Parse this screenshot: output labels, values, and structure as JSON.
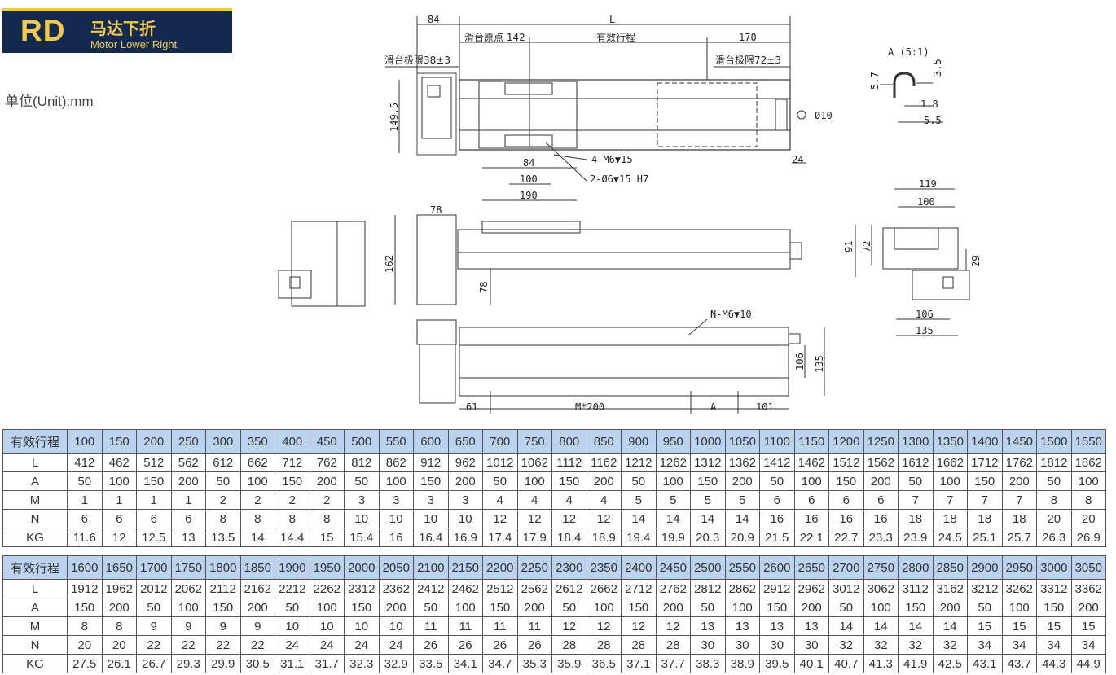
{
  "header": {
    "code": "RD",
    "title_cn": "马达下折",
    "title_en": "Motor Lower Right"
  },
  "unit_label": "单位(Unit):mm",
  "drawing": {
    "top_view": {
      "dim_84": "84",
      "dim_L": "L",
      "slider_origin": "滑台原点 142",
      "effective_stroke": "有效行程",
      "dim_170": "170",
      "limit_left": "滑台极限38±3",
      "limit_right": "滑台极限72±3",
      "height_149_5": "149.5",
      "hole_m6": "4-M6▼15",
      "hole_pin": "2-Ø6▼15 H7",
      "dim_84b": "84",
      "dim_100": "100",
      "dim_190": "190",
      "dia_10": "Ø10",
      "dim_24": "24"
    },
    "detail_a": {
      "title": "A (5:1)",
      "d_5_7": "5.7",
      "d_3_5": "3.5",
      "d_1_8": "1.8",
      "d_5_5": "5.5"
    },
    "side_view": {
      "d_78_top": "78",
      "d_162": "162",
      "d_78_vert": "78"
    },
    "end_view": {
      "d_119": "119",
      "d_100": "100",
      "d_91": "91",
      "d_72": "72",
      "d_29": "29",
      "d_106": "106",
      "d_135": "135"
    },
    "bottom_view": {
      "holes": "N-M6▼10",
      "d_106": "106",
      "d_135": "135",
      "d_61": "61",
      "d_m200": "M*200",
      "d_A": "A",
      "d_101": "101"
    }
  },
  "table1": {
    "header_label": "有效行程",
    "strokes": [
      "100",
      "150",
      "200",
      "250",
      "300",
      "350",
      "400",
      "450",
      "500",
      "550",
      "600",
      "650",
      "700",
      "750",
      "800",
      "850",
      "900",
      "950",
      "1000",
      "1050",
      "1100",
      "1150",
      "1200",
      "1250",
      "1300",
      "1350",
      "1400",
      "1450",
      "1500",
      "1550"
    ],
    "rows": [
      {
        "label": "L",
        "values": [
          "412",
          "462",
          "512",
          "562",
          "612",
          "662",
          "712",
          "762",
          "812",
          "862",
          "912",
          "962",
          "1012",
          "1062",
          "1112",
          "1162",
          "1212",
          "1262",
          "1312",
          "1362",
          "1412",
          "1462",
          "1512",
          "1562",
          "1612",
          "1662",
          "1712",
          "1762",
          "1812",
          "1862"
        ]
      },
      {
        "label": "A",
        "values": [
          "50",
          "100",
          "150",
          "200",
          "50",
          "100",
          "150",
          "200",
          "50",
          "100",
          "150",
          "200",
          "50",
          "100",
          "150",
          "200",
          "50",
          "100",
          "150",
          "200",
          "50",
          "100",
          "150",
          "200",
          "50",
          "100",
          "150",
          "200",
          "50",
          "100"
        ]
      },
      {
        "label": "M",
        "values": [
          "1",
          "1",
          "1",
          "1",
          "2",
          "2",
          "2",
          "2",
          "3",
          "3",
          "3",
          "3",
          "4",
          "4",
          "4",
          "4",
          "5",
          "5",
          "5",
          "5",
          "6",
          "6",
          "6",
          "6",
          "7",
          "7",
          "7",
          "7",
          "8",
          "8"
        ]
      },
      {
        "label": "N",
        "values": [
          "6",
          "6",
          "6",
          "6",
          "8",
          "8",
          "8",
          "8",
          "10",
          "10",
          "10",
          "10",
          "12",
          "12",
          "12",
          "12",
          "14",
          "14",
          "14",
          "14",
          "16",
          "16",
          "16",
          "16",
          "18",
          "18",
          "18",
          "18",
          "20",
          "20"
        ]
      },
      {
        "label": "KG",
        "values": [
          "11.6",
          "12",
          "12.5",
          "13",
          "13.5",
          "14",
          "14.4",
          "15",
          "15.4",
          "16",
          "16.4",
          "16.9",
          "17.4",
          "17.9",
          "18.4",
          "18.9",
          "19.4",
          "19.9",
          "20.3",
          "20.9",
          "21.5",
          "22.1",
          "22.7",
          "23.3",
          "23.9",
          "24.5",
          "25.1",
          "25.7",
          "26.3",
          "26.9"
        ]
      }
    ]
  },
  "table2": {
    "header_label": "有效行程",
    "strokes": [
      "1600",
      "1650",
      "1700",
      "1750",
      "1800",
      "1850",
      "1900",
      "1950",
      "2000",
      "2050",
      "2100",
      "2150",
      "2200",
      "2250",
      "2300",
      "2350",
      "2400",
      "2450",
      "2500",
      "2550",
      "2600",
      "2650",
      "2700",
      "2750",
      "2800",
      "2850",
      "2900",
      "2950",
      "3000",
      "3050"
    ],
    "rows": [
      {
        "label": "L",
        "values": [
          "1912",
          "1962",
          "2012",
          "2062",
          "2112",
          "2162",
          "2212",
          "2262",
          "2312",
          "2362",
          "2412",
          "2462",
          "2512",
          "2562",
          "2612",
          "2662",
          "2712",
          "2762",
          "2812",
          "2862",
          "2912",
          "2962",
          "3012",
          "3062",
          "3112",
          "3162",
          "3212",
          "3262",
          "3312",
          "3362"
        ]
      },
      {
        "label": "A",
        "values": [
          "150",
          "200",
          "50",
          "100",
          "150",
          "200",
          "50",
          "100",
          "150",
          "200",
          "50",
          "100",
          "150",
          "200",
          "50",
          "100",
          "150",
          "200",
          "50",
          "100",
          "150",
          "200",
          "50",
          "100",
          "150",
          "200",
          "50",
          "100",
          "150",
          "200"
        ]
      },
      {
        "label": "M",
        "values": [
          "8",
          "8",
          "9",
          "9",
          "9",
          "9",
          "10",
          "10",
          "10",
          "10",
          "11",
          "11",
          "11",
          "11",
          "12",
          "12",
          "12",
          "12",
          "13",
          "13",
          "13",
          "13",
          "14",
          "14",
          "14",
          "14",
          "15",
          "15",
          "15",
          "15"
        ]
      },
      {
        "label": "N",
        "values": [
          "20",
          "20",
          "22",
          "22",
          "22",
          "22",
          "24",
          "24",
          "24",
          "24",
          "26",
          "26",
          "26",
          "26",
          "28",
          "28",
          "28",
          "28",
          "30",
          "30",
          "30",
          "30",
          "32",
          "32",
          "32",
          "32",
          "34",
          "34",
          "34",
          "34"
        ]
      },
      {
        "label": "KG",
        "values": [
          "27.5",
          "26.1",
          "26.7",
          "29.3",
          "29.9",
          "30.5",
          "31.1",
          "31.7",
          "32.3",
          "32.9",
          "33.5",
          "34.1",
          "34.7",
          "35.3",
          "35.9",
          "36.5",
          "37.1",
          "37.7",
          "38.3",
          "38.9",
          "39.5",
          "40.1",
          "40.7",
          "41.3",
          "41.9",
          "42.5",
          "43.1",
          "43.7",
          "44.3",
          "44.9"
        ]
      }
    ]
  }
}
